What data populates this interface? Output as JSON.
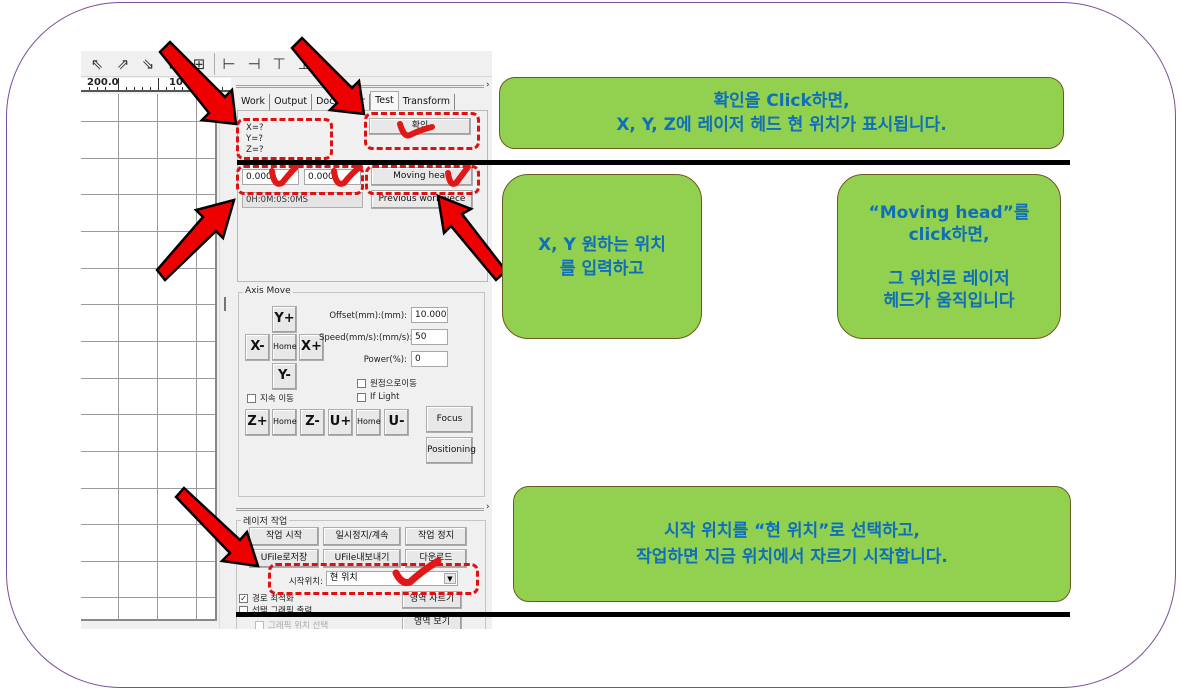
{
  "toolbar": {
    "icons": [
      "align-top-left-icon",
      "align-top-right-icon",
      "align-bottom-right-icon",
      "align-bottom-left-icon",
      "align-center-icon",
      "align-left-edge-icon",
      "align-right-edge-icon",
      "align-top-edge-icon",
      "align-bottom-edge-icon"
    ],
    "glyphs": [
      "⇖",
      "⇗",
      "⇘",
      "⇙",
      "⊞",
      "⊢",
      "⊣",
      "⊤",
      "⊥"
    ]
  },
  "ruler": {
    "labels": [
      "200.0",
      "100.0"
    ]
  },
  "panel": {
    "tabs": [
      "Work",
      "Output",
      "Doc",
      "User",
      "Test",
      "Transform"
    ],
    "active_tab": "Test",
    "position": {
      "x": "X=?",
      "y": "Y=?",
      "z": "Z=?"
    },
    "confirm_button": "확인",
    "x_input": "0.000",
    "y_input": "0.000",
    "moving_head_button": "Moving head",
    "timer": "0H:0M:0S:0MS",
    "previous_work_button": "Previous workpiece"
  },
  "axis_move": {
    "title": "Axis Move",
    "buttons": {
      "y_plus": "Y+",
      "y_minus": "Y-",
      "x_minus": "X-",
      "x_plus": "X+",
      "home": "Home",
      "z_plus": "Z+",
      "z_minus": "Z-",
      "u_plus": "U+",
      "u_minus": "U-",
      "focus": "Focus",
      "positioning": "Positioning"
    },
    "offset_label": "Offset(mm):(mm):",
    "offset_value": "10.000",
    "speed_label": "Speed(mm/s):(mm/s):",
    "speed_value": "50",
    "power_label": "Power(%):",
    "power_value": "0",
    "origin_checkbox": "원점으로이동",
    "light_checkbox": "If Light",
    "continuous_checkbox": "지속 이동"
  },
  "laser_work": {
    "title": "레이저 작업",
    "start_button": "작업 시작",
    "pause_button": "일시정지/계속",
    "stop_button": "작업 정지",
    "save_ufile_button": "UFile로저장",
    "export_ufile_button": "UFile내보내기",
    "download_button": "다운로드",
    "start_position_label": "시작위치:",
    "start_position_value": "현 위치",
    "path_optimize_checkbox": "경로 최적화",
    "path_optimize_checked": true,
    "selected_output_checkbox": "선택 그래픽 출력",
    "graphic_position_checkbox": "그래픽 위치 선택",
    "cut_area_button": "영역 자르기",
    "view_area_button": "영역 보기"
  },
  "callouts": {
    "confirm": "확인을 Click하면,\nX, Y, Z에 레이저 헤드 현 위치가 표시됩니다.",
    "enter_xy": "X, Y 원하는 위치\n를 입력하고",
    "moving_head": "“Moving head”를\nclick하면,\n\n그 위치로 레이저\n헤드가 움직입니다",
    "start_position": "시작 위치를 “현 위치”로 선택하고,\n작업하면 지금 위치에서 자르기 시작합니다."
  },
  "colors": {
    "callout_bg": "#92d050",
    "callout_text": "#0f6fb8",
    "annotation_red": "#e01010",
    "frame": "#7a4f9a"
  }
}
